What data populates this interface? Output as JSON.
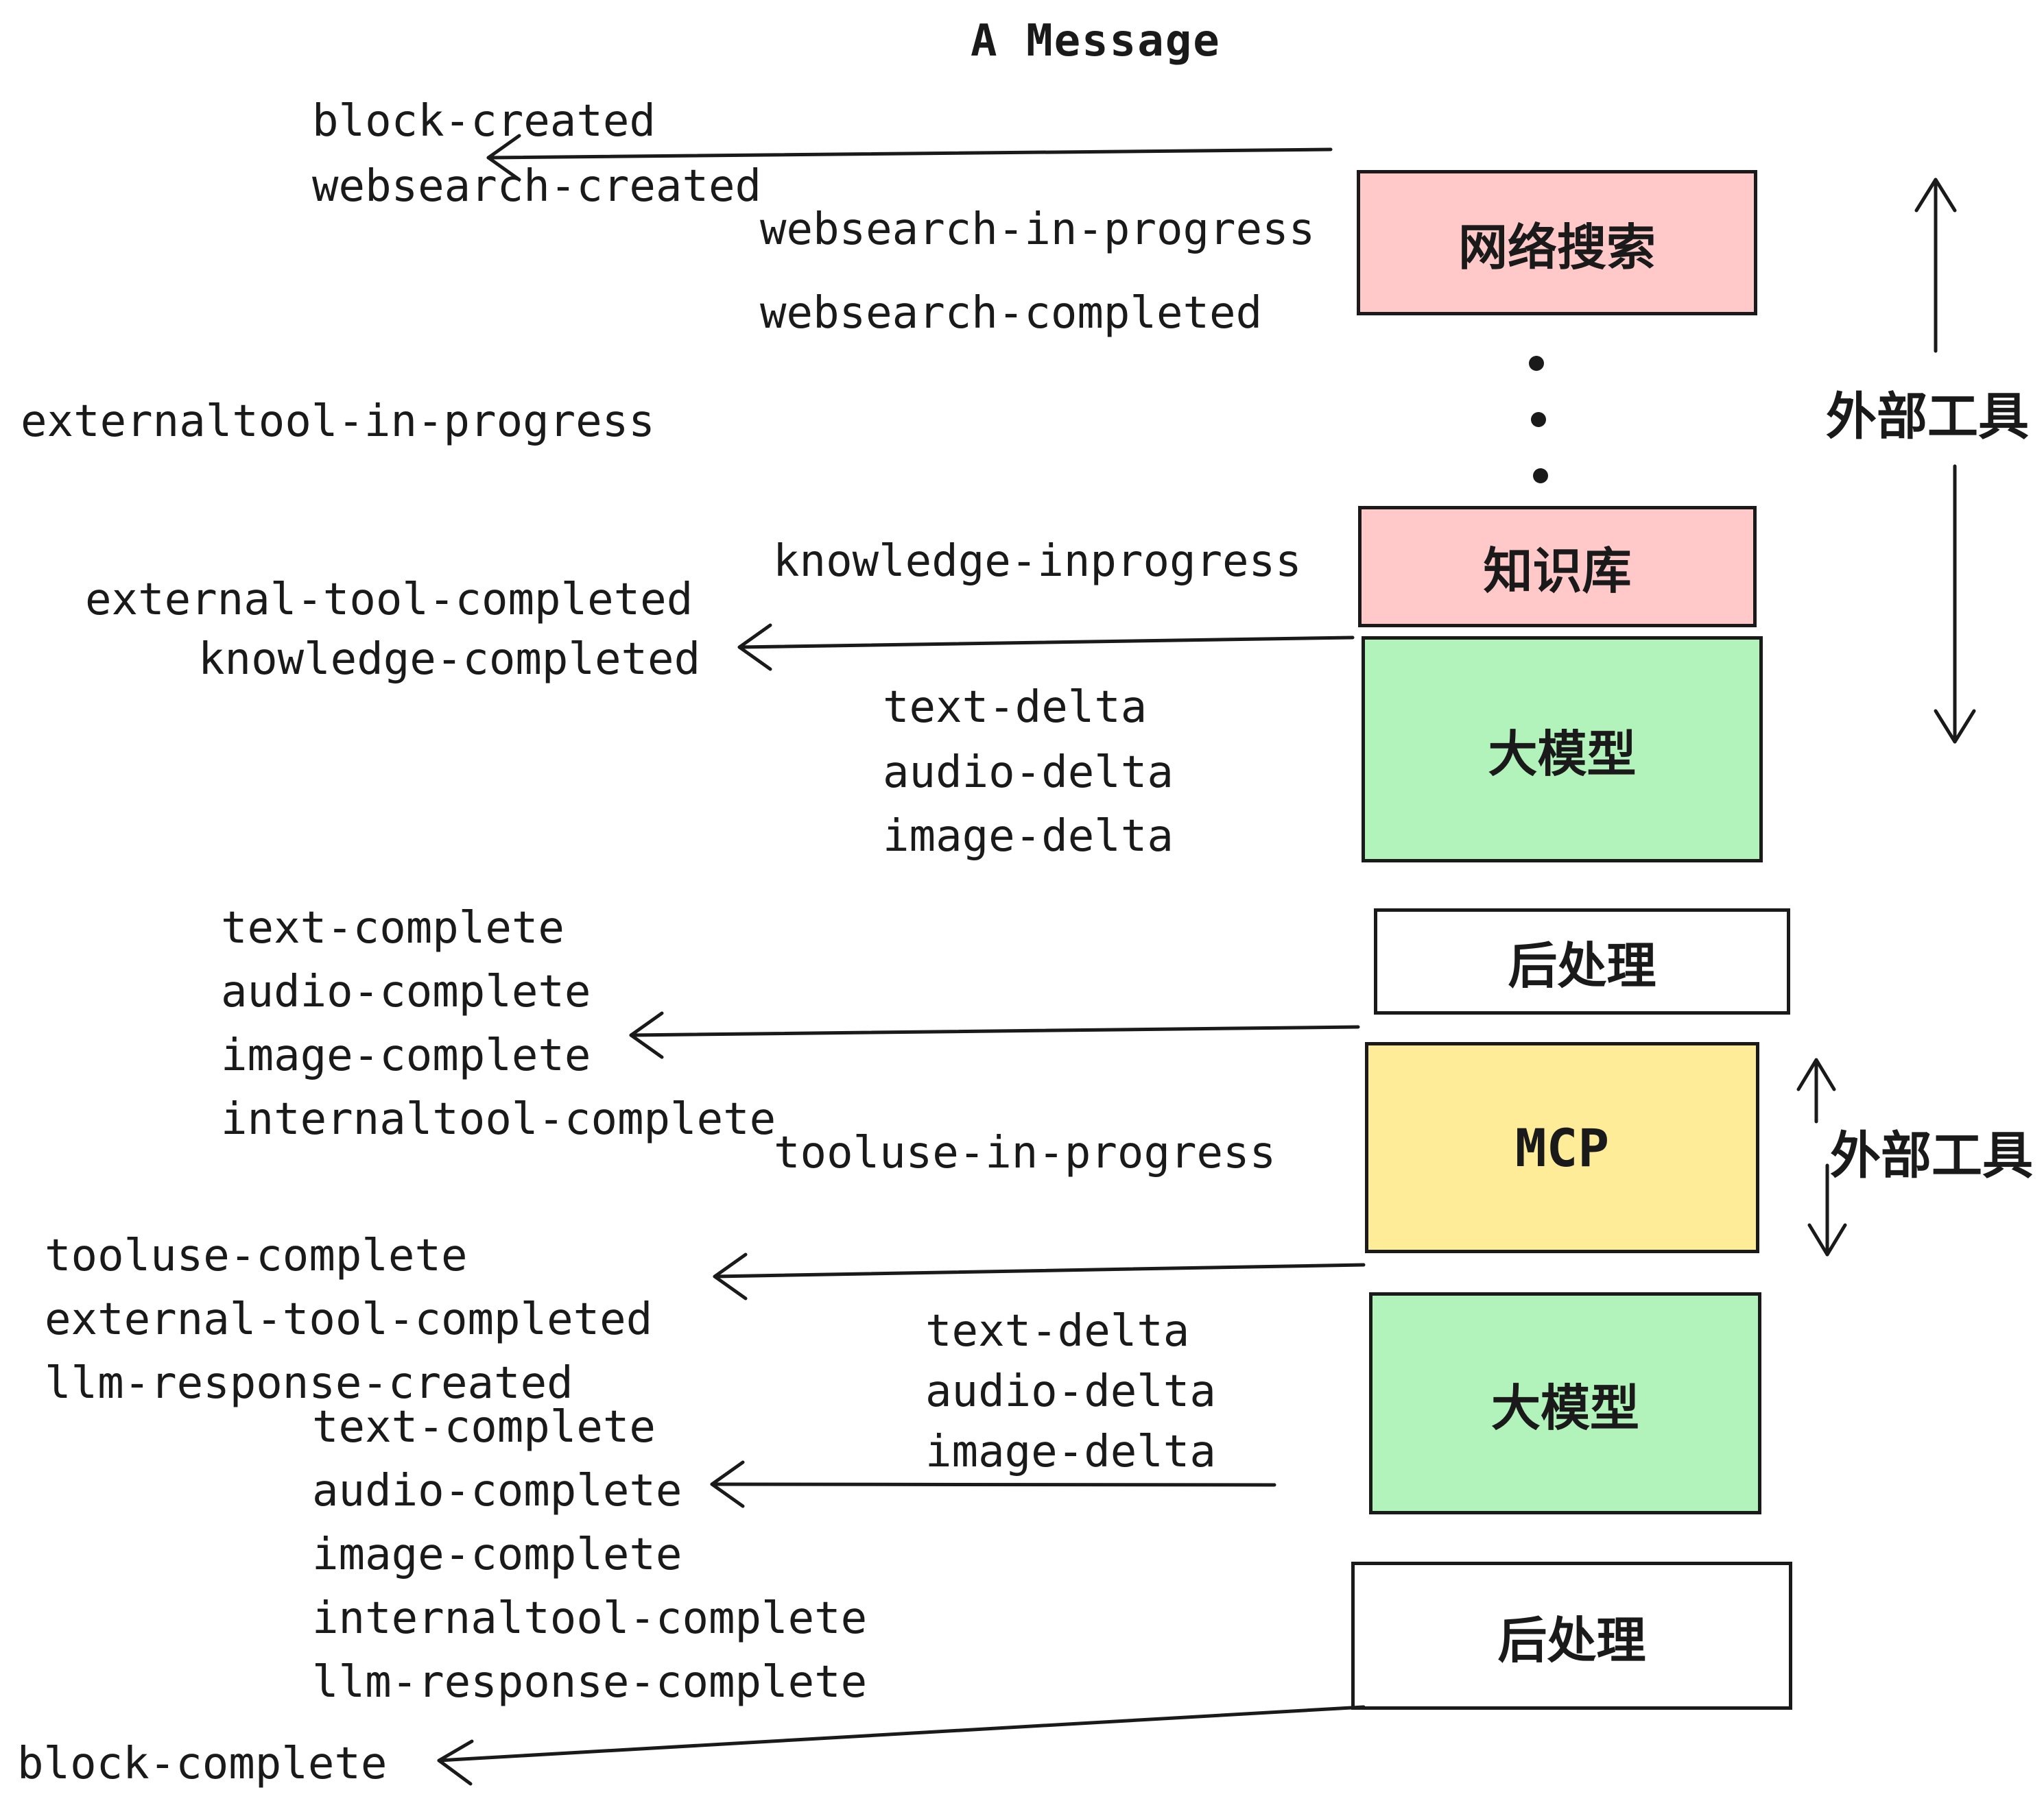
{
  "title": "A Message",
  "side_label_top": "外部工具",
  "side_label_mid": "外部工具",
  "boxes": {
    "websearch": "网络搜索",
    "knowledge": "知识库",
    "llm1": "大模型",
    "post1": "后处理",
    "mcp": "MCP",
    "llm2": "大模型",
    "post2": "后处理"
  },
  "events": {
    "block_created": "block-created",
    "websearch_created": "websearch-created",
    "websearch_in_progress": "websearch-in-progress",
    "websearch_completed": "websearch-completed",
    "externaltool_in_progress": "externaltool-in-progress",
    "knowledge_inprogress": "knowledge-inprogress",
    "external_tool_completed_1": "external-tool-completed",
    "knowledge_completed": "knowledge-completed",
    "text_delta_1": "text-delta",
    "audio_delta_1": "audio-delta",
    "image_delta_1": "image-delta",
    "text_complete_1": "text-complete",
    "audio_complete_1": "audio-complete",
    "image_complete_1": "image-complete",
    "internaltool_complete_1": "internaltool-complete",
    "tooluse_in_progress": "tooluse-in-progress",
    "tooluse_complete": "tooluse-complete",
    "external_tool_completed_2": "external-tool-completed",
    "llm_response_created": "llm-response-created",
    "text_delta_2": "text-delta",
    "audio_delta_2": "audio-delta",
    "image_delta_2": "image-delta",
    "text_complete_2": "text-complete",
    "audio_complete_2": "audio-complete",
    "image_complete_2": "image-complete",
    "internaltool_complete_2": "internaltool-complete",
    "llm_response_complete": "llm-response-complete",
    "block_complete": "block-complete"
  },
  "colors": {
    "pink": "#ffc9c9",
    "green": "#b2f2bb",
    "yellow": "#ffec99",
    "white": "#ffffff",
    "stroke": "#1a1a1a"
  }
}
